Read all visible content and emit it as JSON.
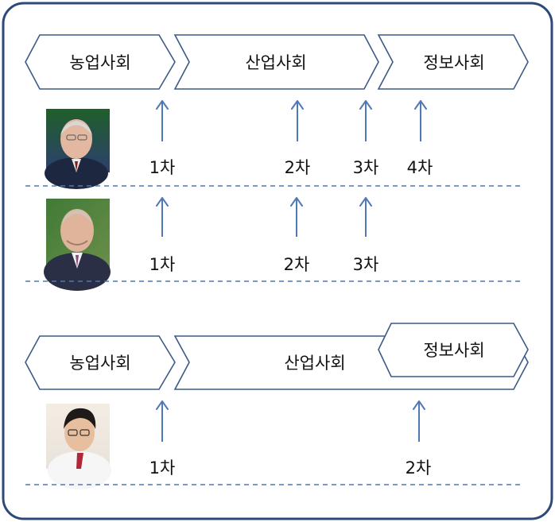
{
  "colors": {
    "frame": "#2c4a78",
    "chevron_stroke": "#3b5a86",
    "arrow": "#4f78b6",
    "divider": "#4f78b6"
  },
  "top_timeline": {
    "agricultural": "농업사회",
    "industrial": "산업사회",
    "information": "정보사회"
  },
  "row1": {
    "portrait": "person-photo-1",
    "revolutions": [
      "1차",
      "2차",
      "3차",
      "4차"
    ]
  },
  "row2": {
    "portrait": "person-photo-2",
    "revolutions": [
      "1차",
      "2차",
      "3차"
    ]
  },
  "bottom_timeline": {
    "agricultural": "농업사회",
    "industrial": "산업사회",
    "information": "정보사회"
  },
  "row3": {
    "portrait": "person-photo-3",
    "revolutions": [
      "1차",
      "2차"
    ]
  }
}
